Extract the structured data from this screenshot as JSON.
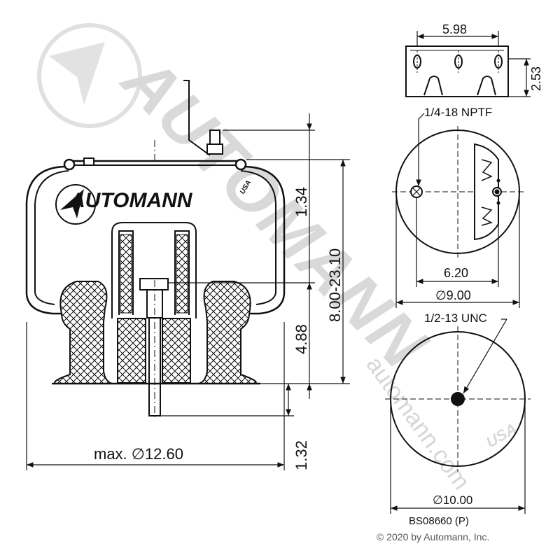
{
  "watermark": {
    "brand": "AUTOMANN",
    "url": "automann.com",
    "usa": "USA"
  },
  "logo": {
    "text": "AUTOMANN",
    "usa": "USA"
  },
  "dimensions": {
    "top_plate_width": "5.98",
    "top_plate_height": "2.53",
    "port_thread": "1/4-18 NPTF",
    "stud_spacing": "6.20",
    "top_diameter": "∅9.00",
    "bottom_thread": "1/2-13 UNC",
    "bottom_diameter": "∅10.00",
    "max_diameter": "max. ∅12.60",
    "height_top": "1.34",
    "height_range": "8.00-23.10",
    "height_mid": "4.88",
    "height_bottom": "1.32"
  },
  "part_number": "BS08660 (P)",
  "copyright": "© 2020 by Automann, Inc.",
  "colors": {
    "line": "#111111",
    "watermark": "#d9d9d9",
    "background": "#ffffff"
  }
}
